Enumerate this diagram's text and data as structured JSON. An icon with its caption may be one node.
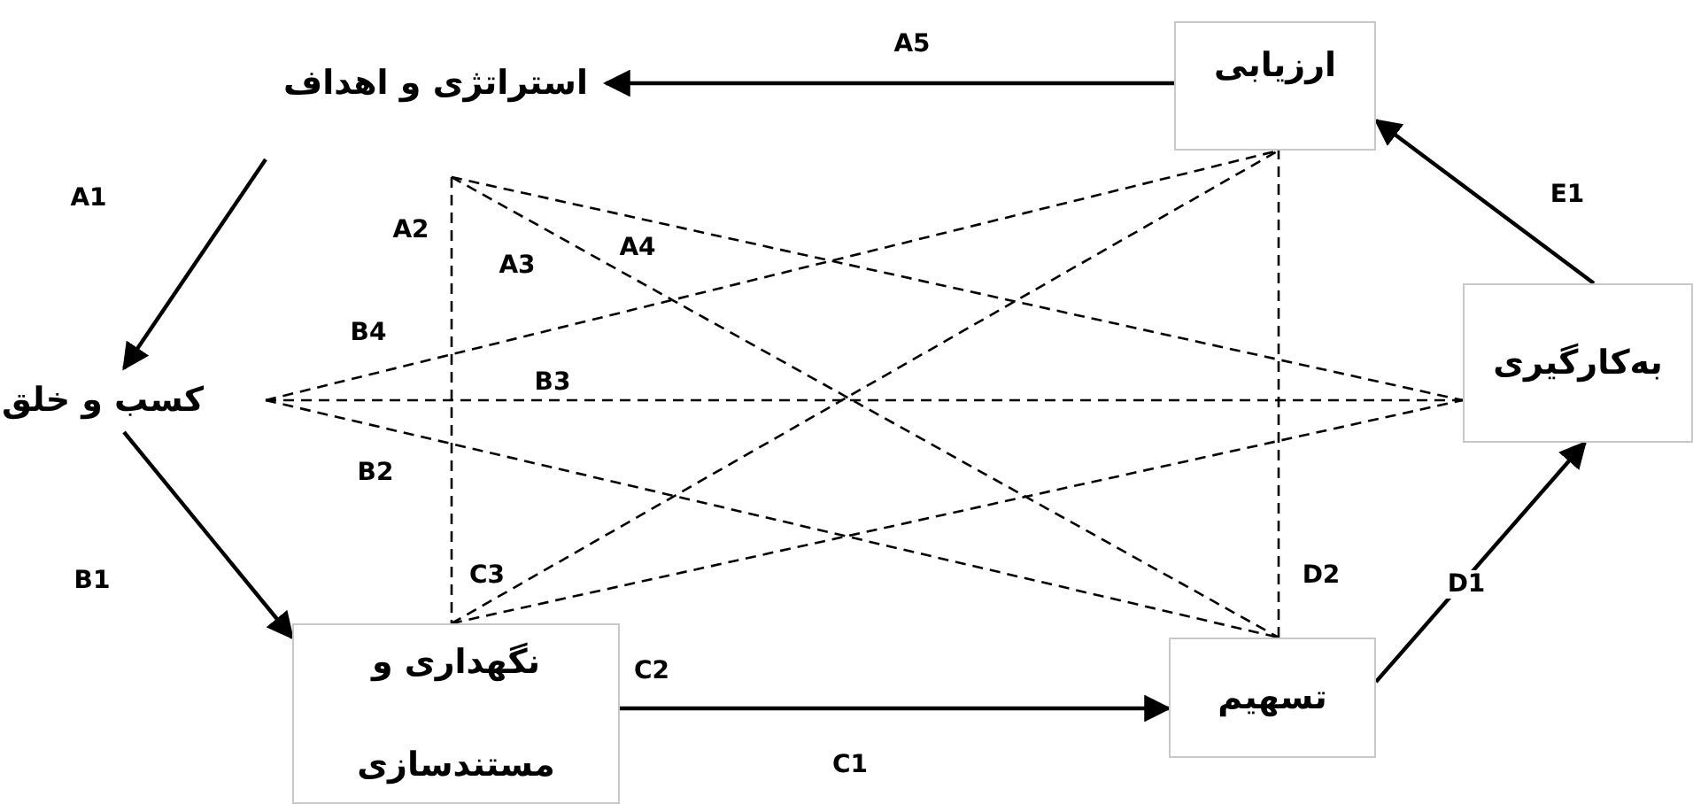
{
  "diagram": {
    "nodes": [
      {
        "text": [
          "استراتژی و اهداف"
        ]
      },
      {
        "text": [
          "ارزیابی"
        ]
      },
      {
        "text": [
          "کسب و خلق"
        ]
      },
      {
        "text": [
          "به‌کارگیری"
        ]
      },
      {
        "text": [
          "نگهداری و مستندسازی"
        ]
      },
      {
        "text": [
          "تسهیم"
        ]
      }
    ],
    "edges": [
      {
        "from": 1,
        "to": 0,
        "arrow": "to",
        "label": "A5"
      },
      {
        "from": 0,
        "to": 2,
        "arrow": "to",
        "label": "A1"
      },
      {
        "from": 2,
        "to": 4,
        "arrow": "to",
        "label": "B1"
      },
      {
        "from": 4,
        "to": 5,
        "arrow": "to",
        "label": "C1"
      },
      {
        "from": 5,
        "to": 3,
        "arrow": "to",
        "label": "D1"
      },
      {
        "from": 3,
        "to": 1,
        "arrow": "to",
        "label": "E1"
      },
      {
        "from": 0,
        "to": 4,
        "arrow": "none",
        "style": "dashed",
        "label": "A2"
      },
      {
        "from": 0,
        "to": 5,
        "arrow": "none",
        "style": "dashed",
        "label": "A3"
      },
      {
        "from": 0,
        "to": 3,
        "arrow": "none",
        "style": "dashed",
        "label": "A4"
      },
      {
        "from": 2,
        "to": 1,
        "arrow": "none",
        "style": "dashed",
        "label": "B4"
      },
      {
        "from": 2,
        "to": 3,
        "arrow": "none",
        "style": "dashed",
        "label": "B3"
      },
      {
        "from": 2,
        "to": 5,
        "arrow": "none",
        "style": "dashed",
        "label": "B2"
      },
      {
        "from": 4,
        "to": 1,
        "arrow": "none",
        "style": "dashed",
        "label": "C3"
      },
      {
        "from": 4,
        "to": 3,
        "arrow": "none",
        "style": "dashed",
        "label": "C2"
      },
      {
        "from": 5,
        "to": 1,
        "arrow": "none",
        "style": "dashed",
        "label": "D2"
      }
    ]
  }
}
